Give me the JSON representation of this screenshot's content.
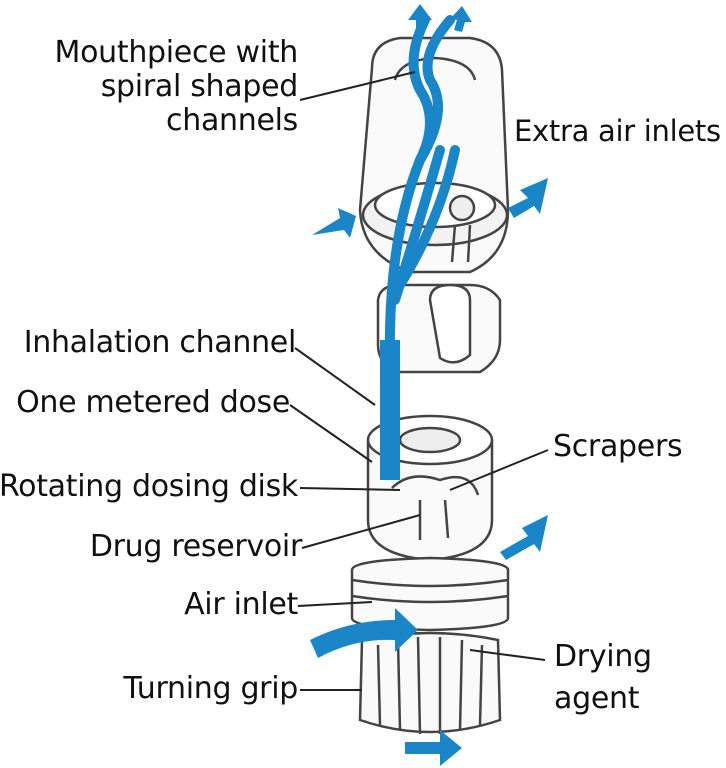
{
  "labels": {
    "mouthpiece": [
      "Mouthpiece with",
      "spiral shaped",
      "channels"
    ],
    "extra_air_inlets": "Extra air inlets",
    "inhalation_channel": "Inhalation channel",
    "one_metered_dose": "One metered dose",
    "scrapers": "Scrapers",
    "rotating_dosing_disk": "Rotating dosing disk",
    "drug_reservoir": "Drug reservoir",
    "air_inlet": "Air inlet",
    "drying_agent": [
      "Drying",
      "agent"
    ],
    "turning_grip": "Turning grip"
  },
  "colors": {
    "airflow": "#1a86c8",
    "outline": "#444444",
    "leader": "#222222"
  },
  "icons": [
    "airflow-arrow",
    "device-body"
  ]
}
